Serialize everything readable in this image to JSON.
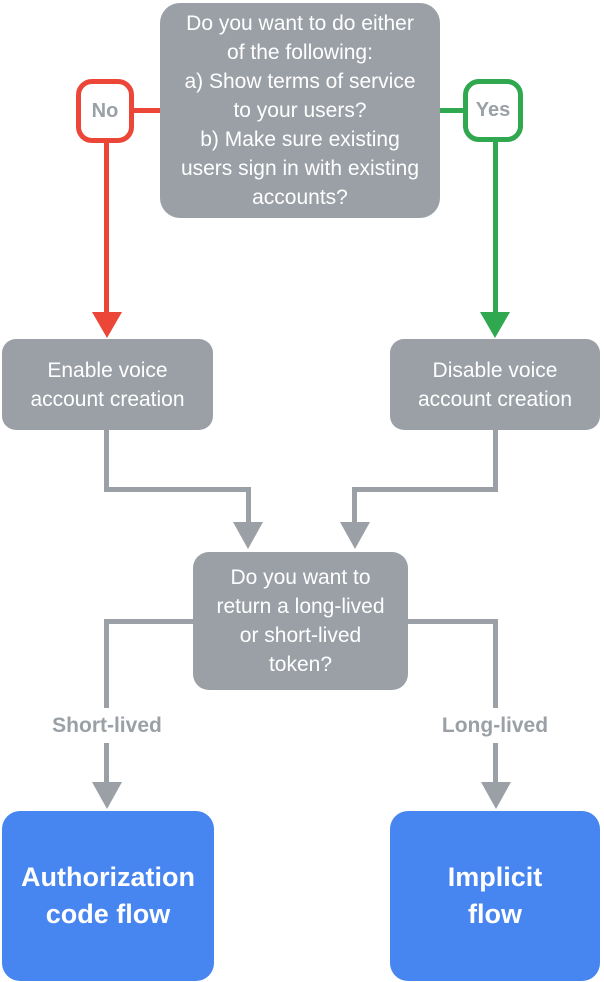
{
  "diagram": {
    "nodes": {
      "start_question": "Do you want to do either\nof the following:\na) Show terms of service\nto your users?\nb) Make sure existing\nusers sign in with existing\naccounts?",
      "no": "No",
      "yes": "Yes",
      "enable": "Enable voice\naccount creation",
      "disable": "Disable voice\naccount creation",
      "token_question": "Do you want to\nreturn a long-lived\nor short-lived\ntoken?",
      "short_lived": "Short-lived",
      "long_lived": "Long-lived",
      "authorization": "Authorization\ncode flow",
      "implicit": "Implicit\nflow"
    },
    "colors": {
      "node_gray": "#9AA0A6",
      "no_red": "#EC4639",
      "yes_green": "#2FA84F",
      "outcome_blue": "#4785F0",
      "label_text": "#9AA0A6",
      "node_text": "#FFFFFF"
    }
  }
}
